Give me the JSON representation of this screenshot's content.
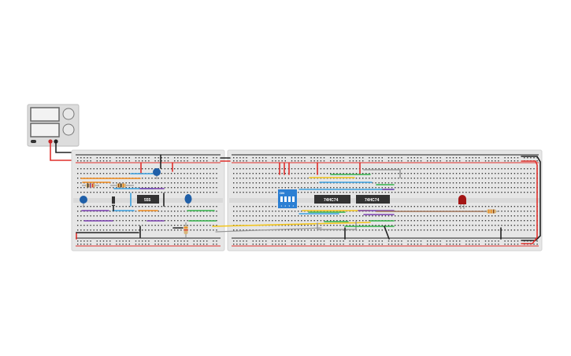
{
  "power_supply": {
    "knob_icon": "knob-icon"
  },
  "chips": {
    "timer": "555",
    "flipflop_1": "74HC74",
    "flipflop_2": "74HC74"
  },
  "dip_switch": {
    "on_label": "ON",
    "numbers": [
      "1",
      "2",
      "3",
      "4"
    ]
  },
  "colors": {
    "board": "#e6e6e6",
    "board_edge": "#d3d3d3",
    "hole": "#3a3a3a",
    "rail_red": "#e0302c",
    "rail_black": "#222222",
    "chip": "#333333",
    "dip_blue": "#2b7fd3",
    "capacitor_blue": "#1f5fa8",
    "led_red": "#a31515",
    "wire_yellow": "#f3c51c",
    "wire_green": "#34b34a",
    "wire_blue": "#3aa0e0",
    "wire_purple": "#7a3fb0",
    "wire_orange": "#f08a1c",
    "wire_gray": "#9a9a9a",
    "wire_brown": "#a0755a"
  }
}
